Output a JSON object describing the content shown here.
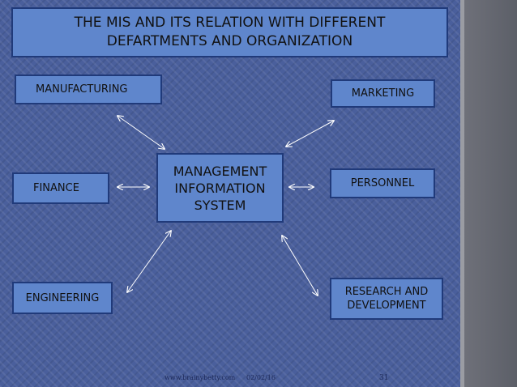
{
  "title": {
    "line1": "THE MIS AND ITS RELATION WITH DIFFERENT",
    "line2": "DEFARTMENTS AND ORGANIZATION"
  },
  "center": {
    "line1": "MANAGEMENT",
    "line2": "INFORMATION",
    "line3": "SYSTEM"
  },
  "departments": {
    "manufacturing": "MANUFACTURING",
    "marketing": "MARKETING",
    "finance": "FINANCE",
    "personnel": "PERSONNEL",
    "engineering": "ENGINEERING",
    "research_line1": "RESEARCH AND",
    "research_line2": "DEVELOPMENT"
  },
  "footer": {
    "website": "www.brainybetty.com",
    "date": "02/02/16",
    "page": "31"
  }
}
